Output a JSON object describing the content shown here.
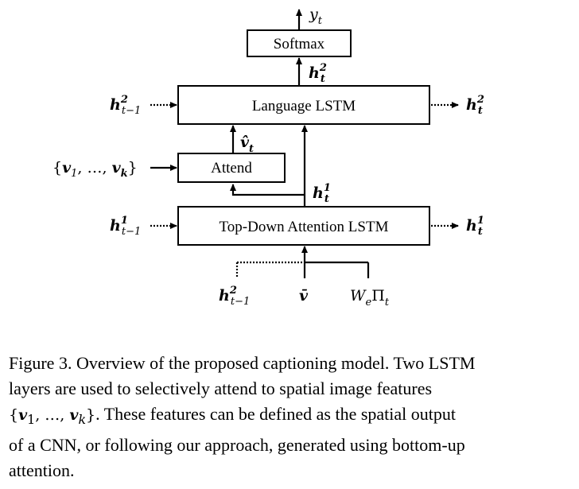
{
  "diagram": {
    "softmax_label": "Softmax",
    "language_lstm_label": "Language LSTM",
    "attend_label": "Attend",
    "topdown_lstm_label": "Top-Down Attention LSTM",
    "output": {
      "base": "y",
      "sub": "t"
    },
    "h2_t": {
      "base": "h",
      "sup": "2",
      "sub": "t"
    },
    "h2_t_minus_1": {
      "base": "h",
      "sup": "2",
      "sub": "t−1"
    },
    "h1_t": {
      "base": "h",
      "sup": "1",
      "sub": "t"
    },
    "h1_t_minus_1": {
      "base": "h",
      "sup": "1",
      "sub": "t−1"
    },
    "v_hat_t": {
      "base": "v̂",
      "sub": "t"
    },
    "features_set": {
      "open": "{",
      "v1": "v",
      "v1_sub": "1",
      "mid": ", …, ",
      "vk": "v",
      "vk_sub": "k",
      "close": "}"
    },
    "v_bar": "v̄",
    "word_embed": {
      "W": "W",
      "W_sub": "e",
      "Pi": "Π",
      "Pi_sub": "t"
    }
  },
  "caption": {
    "line1": "Figure 3. Overview of the proposed captioning model. Two LSTM",
    "line2": "layers are used to selectively attend to spatial image features",
    "line3_math_open": "{",
    "line3_math_v1": "v",
    "line3_math_v1_sub": "1",
    "line3_math_mid": ", …, ",
    "line3_math_vk": "v",
    "line3_math_vk_sub": "k",
    "line3_math_close": "}",
    "line3_text": ". These features can be defined as the spatial output",
    "line4": "of a CNN, or following our approach, generated using bottom-up",
    "line5": "attention."
  }
}
